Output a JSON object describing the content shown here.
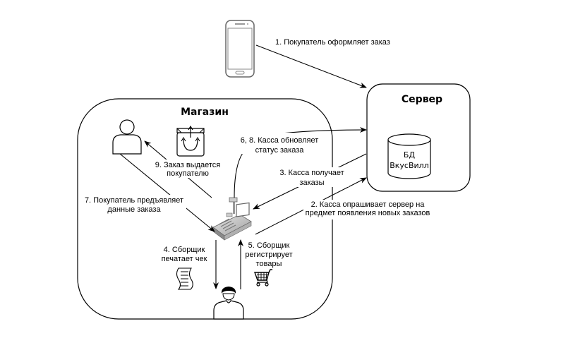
{
  "diagram": {
    "containers": {
      "store": {
        "title": "Магазин"
      },
      "server": {
        "title": "Сервер",
        "database": {
          "line1": "БД",
          "line2": "ВкусВилл"
        }
      }
    },
    "nodes": [
      {
        "id": "phone",
        "icon": "smartphone-icon"
      },
      {
        "id": "customer",
        "icon": "user-outline-icon"
      },
      {
        "id": "bag",
        "icon": "shopping-bag-icon"
      },
      {
        "id": "cash-register",
        "icon": "cash-register-icon"
      },
      {
        "id": "picker",
        "icon": "user-dark-hair-icon"
      },
      {
        "id": "receipt",
        "icon": "receipt-icon"
      },
      {
        "id": "cart",
        "icon": "shopping-cart-icon"
      }
    ],
    "steps": [
      {
        "id": "s1",
        "lines": [
          "1. Покупатель оформляет заказ"
        ]
      },
      {
        "id": "s2",
        "lines": [
          "2. Касса опрашивает сервер на",
          "предмет появления новых заказов"
        ]
      },
      {
        "id": "s3",
        "lines": [
          "3. Касса получает",
          "заказы"
        ]
      },
      {
        "id": "s4",
        "lines": [
          "4. Сборщик",
          "печатает чек"
        ]
      },
      {
        "id": "s5",
        "lines": [
          "5. Сборщик",
          "регистрирует",
          "товары"
        ]
      },
      {
        "id": "s68",
        "lines": [
          "6, 8. Касса обновляет",
          "статус заказа"
        ]
      },
      {
        "id": "s7",
        "lines": [
          "7. Покупатель предъявляет",
          "данные заказа"
        ]
      },
      {
        "id": "s9",
        "lines": [
          "9. Заказ выдается",
          "покупателю"
        ]
      }
    ]
  }
}
